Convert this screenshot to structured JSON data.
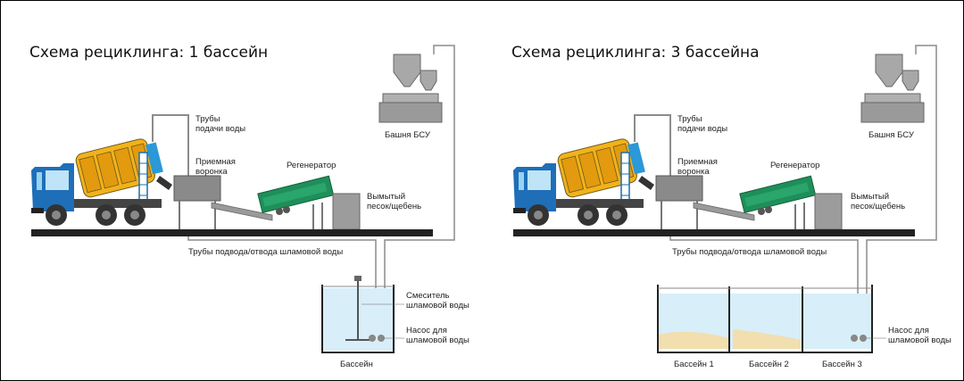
{
  "left": {
    "title": "Схема рециклинга: 1 бассейн",
    "supply_pipes": [
      "Трубы",
      "подачи воды"
    ],
    "funnel": [
      "Приемная",
      "воронка"
    ],
    "regenerator": "Регенератор",
    "tower": "Башня БСУ",
    "sand": [
      "Вымытый",
      "песок/щебень"
    ],
    "slurry_pipes": "Трубы подвода/отвода шламовой воды",
    "mixer": [
      "Смеситель",
      "шламовой воды"
    ],
    "pump": [
      "Насос для",
      "шламовой воды"
    ],
    "pool": "Бассейн"
  },
  "right": {
    "title": "Схема рециклинга: 3 бассейна",
    "supply_pipes": [
      "Трубы",
      "подачи воды"
    ],
    "funnel": [
      "Приемная",
      "воронка"
    ],
    "regenerator": "Регенератор",
    "tower": "Башня БСУ",
    "sand": [
      "Вымытый",
      "песок/щебень"
    ],
    "slurry_pipes": "Трубы подвода/отвода шламовой воды",
    "pump": [
      "Насос для",
      "шламовой воды"
    ],
    "pools": [
      "Бассейн 1",
      "Бассейн 2",
      "Бассейн 3"
    ]
  },
  "colors": {
    "truck_blue": "#1e6fb8",
    "drum_yellow": "#f2b21a",
    "regenerator_green": "#1f8f5a",
    "water": "#d8eef9",
    "sand": "#f1dfb0",
    "equipment_gray": "#9a9a9a",
    "pipe_gray": "#8c8c8c"
  }
}
